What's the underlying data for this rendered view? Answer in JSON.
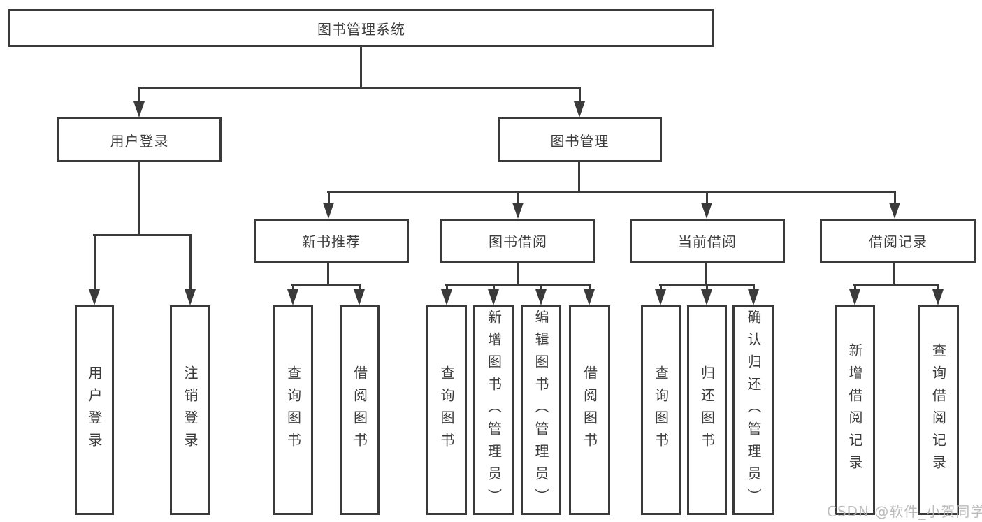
{
  "root": {
    "label": "图书管理系统"
  },
  "branches": [
    {
      "label": "用户登录",
      "children": [
        {
          "label": "用户登录"
        },
        {
          "label": "注销登录"
        }
      ]
    },
    {
      "label": "图书管理",
      "children": [
        {
          "label": "新书推荐",
          "children": [
            {
              "label": "查询图书"
            },
            {
              "label": "借阅图书"
            }
          ]
        },
        {
          "label": "图书借阅",
          "children": [
            {
              "label": "查询图书"
            },
            {
              "label": "新增图书（管理员）"
            },
            {
              "label": "编辑图书（管理员）"
            },
            {
              "label": "借阅图书"
            }
          ]
        },
        {
          "label": "当前借阅",
          "children": [
            {
              "label": "查询图书"
            },
            {
              "label": "归还图书"
            },
            {
              "label": "确认归还（管理员）"
            }
          ]
        },
        {
          "label": "借阅记录",
          "children": [
            {
              "label": "新增借阅记录"
            },
            {
              "label": "查询借阅记录"
            }
          ]
        }
      ]
    }
  ],
  "watermark": {
    "text": "CSDN @软件_小贺同学"
  },
  "colors": {
    "line": "#3a3a3a",
    "text": "#3c3c3c",
    "watermark": "#b7b7b7",
    "background": "#ffffff"
  }
}
